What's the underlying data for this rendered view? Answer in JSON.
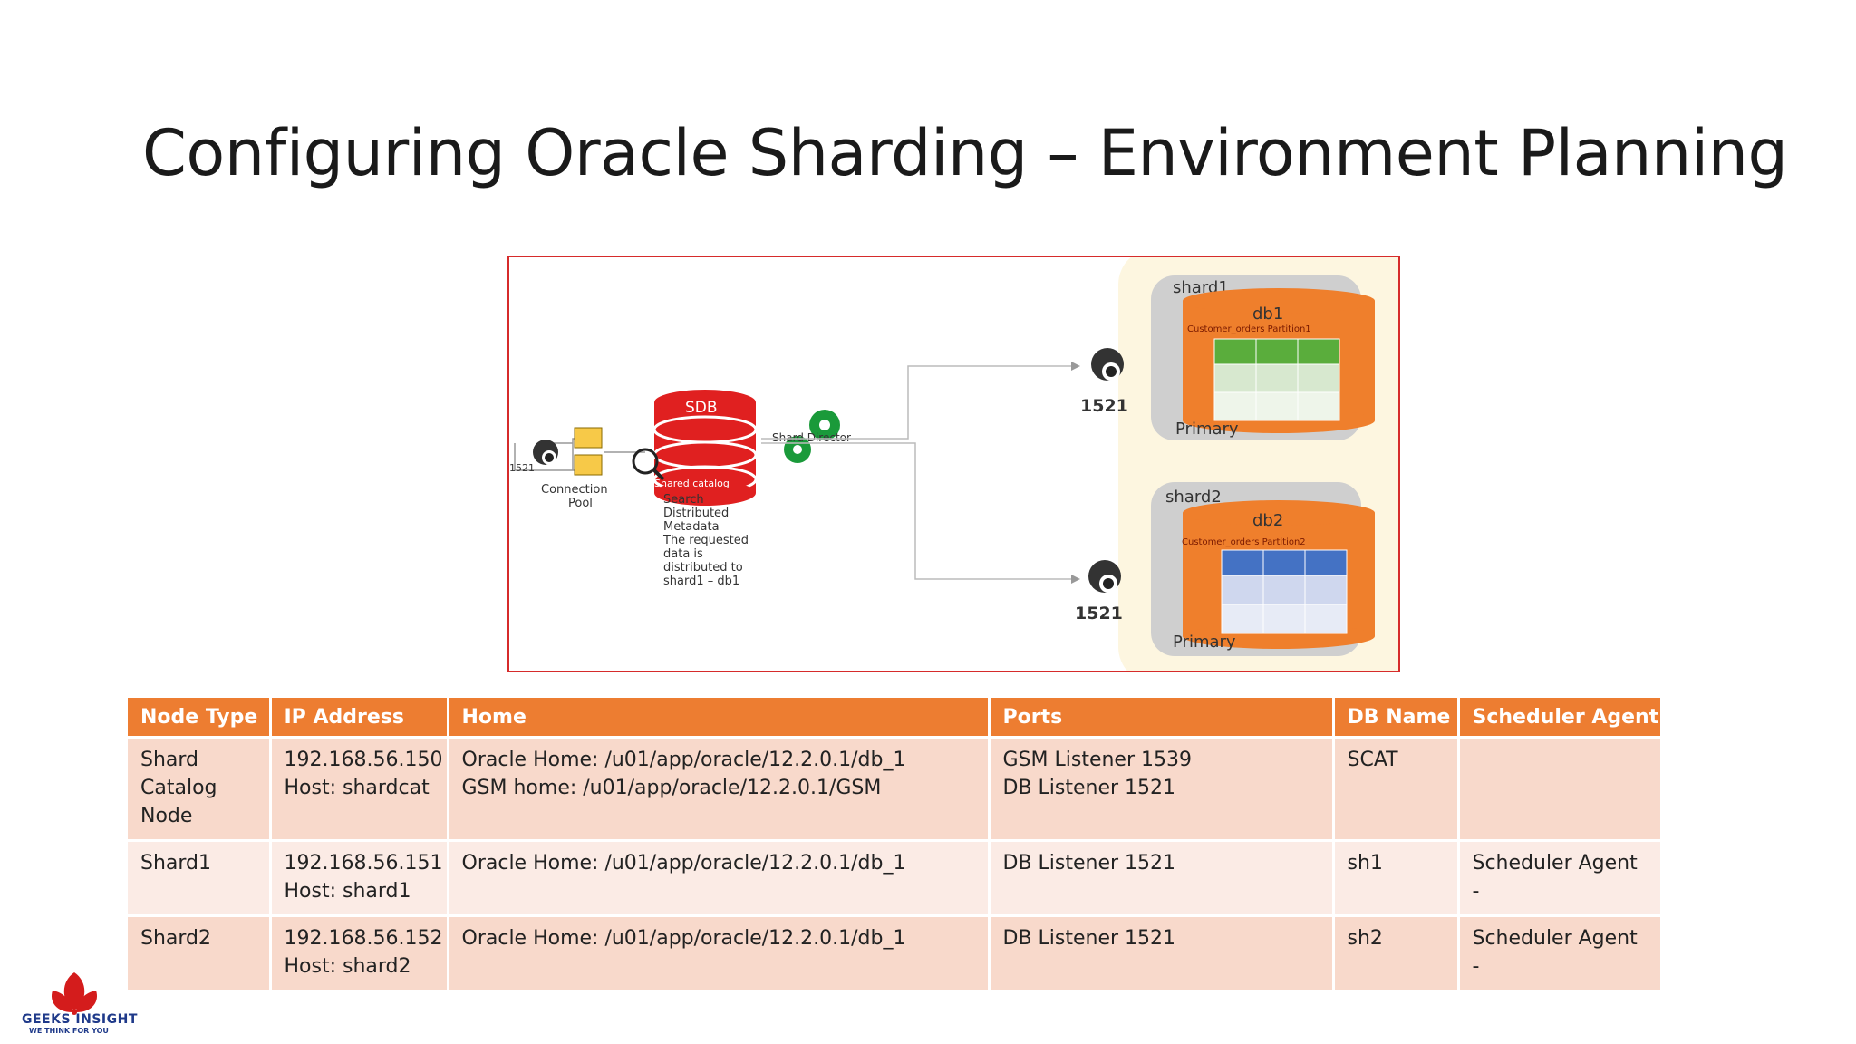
{
  "slide": {
    "title": "Configuring Oracle Sharding – Environment Planning"
  },
  "diagram": {
    "left_port": "1521",
    "connection_pool": [
      "Connection",
      "Pool"
    ],
    "sdb_label": "SDB",
    "shared_catalog": "Shared catalog",
    "search_text": [
      "Search",
      "Distributed",
      "Metadata",
      "The requested",
      "data is",
      "distributed to",
      "shard1 – db1"
    ],
    "shard_director": "Shard Director",
    "port_top": "1521",
    "port_bottom": "1521",
    "shard1": {
      "name": "shard1",
      "db": "db1",
      "partition": "Customer_orders Partition1",
      "role": "Primary"
    },
    "shard2": {
      "name": "shard2",
      "db": "db2",
      "partition": "Customer_orders Partition2",
      "role": "Primary"
    },
    "colors": {
      "sdb_red": "#e02020",
      "gear_green": "#1a9a3a",
      "db_orange": "#ef7f2c",
      "partition1_green": "#5aad3c",
      "partition2_blue": "#4472c4"
    }
  },
  "table": {
    "headers": [
      "Node Type",
      "IP Address",
      "Home",
      "Ports",
      "DB Name",
      "Scheduler Agent"
    ],
    "rows": [
      {
        "node_type": [
          "Shard",
          "Catalog",
          "Node"
        ],
        "ip": [
          "192.168.56.150",
          "Host: shardcat"
        ],
        "home": [
          "Oracle Home: /u01/app/oracle/12.2.0.1/db_1",
          "GSM home: /u01/app/oracle/12.2.0.1/GSM"
        ],
        "ports": [
          "GSM Listener 1539",
          "DB Listener 1521"
        ],
        "db_name": "SCAT",
        "scheduler": ""
      },
      {
        "node_type": [
          "Shard1"
        ],
        "ip": [
          "192.168.56.151",
          "Host: shard1"
        ],
        "home": [
          "Oracle Home: /u01/app/oracle/12.2.0.1/db_1"
        ],
        "ports": [
          "DB Listener 1521"
        ],
        "db_name": "sh1",
        "scheduler": "Scheduler Agent -"
      },
      {
        "node_type": [
          "Shard2"
        ],
        "ip": [
          "192.168.56.152",
          "Host: shard2"
        ],
        "home": [
          "Oracle Home: /u01/app/oracle/12.2.0.1/db_1"
        ],
        "ports": [
          "DB Listener 1521"
        ],
        "db_name": "sh2",
        "scheduler": "Scheduler Agent -"
      }
    ]
  },
  "logo": {
    "name": "GEEKS INSIGHT",
    "tagline": "WE THINK FOR YOU",
    "colors": {
      "red": "#d41c1c",
      "blue": "#1f3a8a"
    }
  }
}
